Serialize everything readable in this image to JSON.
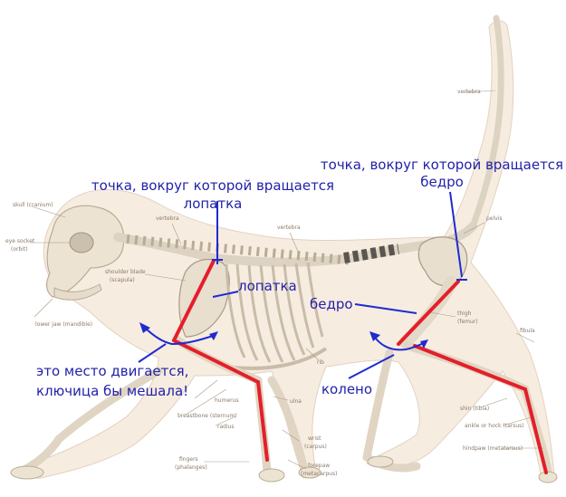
{
  "colors": {
    "annotation_text": "#2222aa",
    "annotation_line": "#1f2bd0",
    "limb_line": "#e41f2a",
    "body_fill": "#f7ece0",
    "bone": "#ece3d3",
    "bone_outline": "#b9ab95"
  },
  "labels": {
    "skull": "skull (cranium)",
    "eye_socket_1": "eye socket",
    "eye_socket_2": "(orbit)",
    "lower_jaw": "lower jaw (mandible)",
    "shoulder_blade_1": "shoulder blade",
    "shoulder_blade_2": "(scapula)",
    "vertebra_neck": "vertebra",
    "vertebra_back": "vertebra",
    "vertebra_tail": "vertebra",
    "pelvis": "pelvis",
    "rib": "rib",
    "thigh_1": "thigh",
    "thigh_2": "(femur)",
    "fibula": "fibula",
    "humerus": "humerus",
    "breastbone": "breastbone (sternum)",
    "radius": "radius",
    "ulna": "ulna",
    "wrist_1": "wrist",
    "wrist_2": "(carpus)",
    "forepaw_1": "forepaw",
    "forepaw_2": "(metacarpus)",
    "fingers_1": "fingers",
    "fingers_2": "(phalanges)",
    "shin": "shin (tibia)",
    "ankle": "ankle or hock (tarsus)",
    "hindpaw": "hindpaw (metatarsus)"
  },
  "annotations": {
    "scapula_pivot_1": "точка, вокруг которой вращается",
    "scapula_pivot_2": "лопатка",
    "femur_pivot_1": "точка, вокруг которой вращается",
    "femur_pivot_2": "бедро",
    "scapula": "лопатка",
    "femur": "бедро",
    "collarbone_1": "это место двигается,",
    "collarbone_2": "ключица бы мешала!",
    "knee": "колено"
  }
}
